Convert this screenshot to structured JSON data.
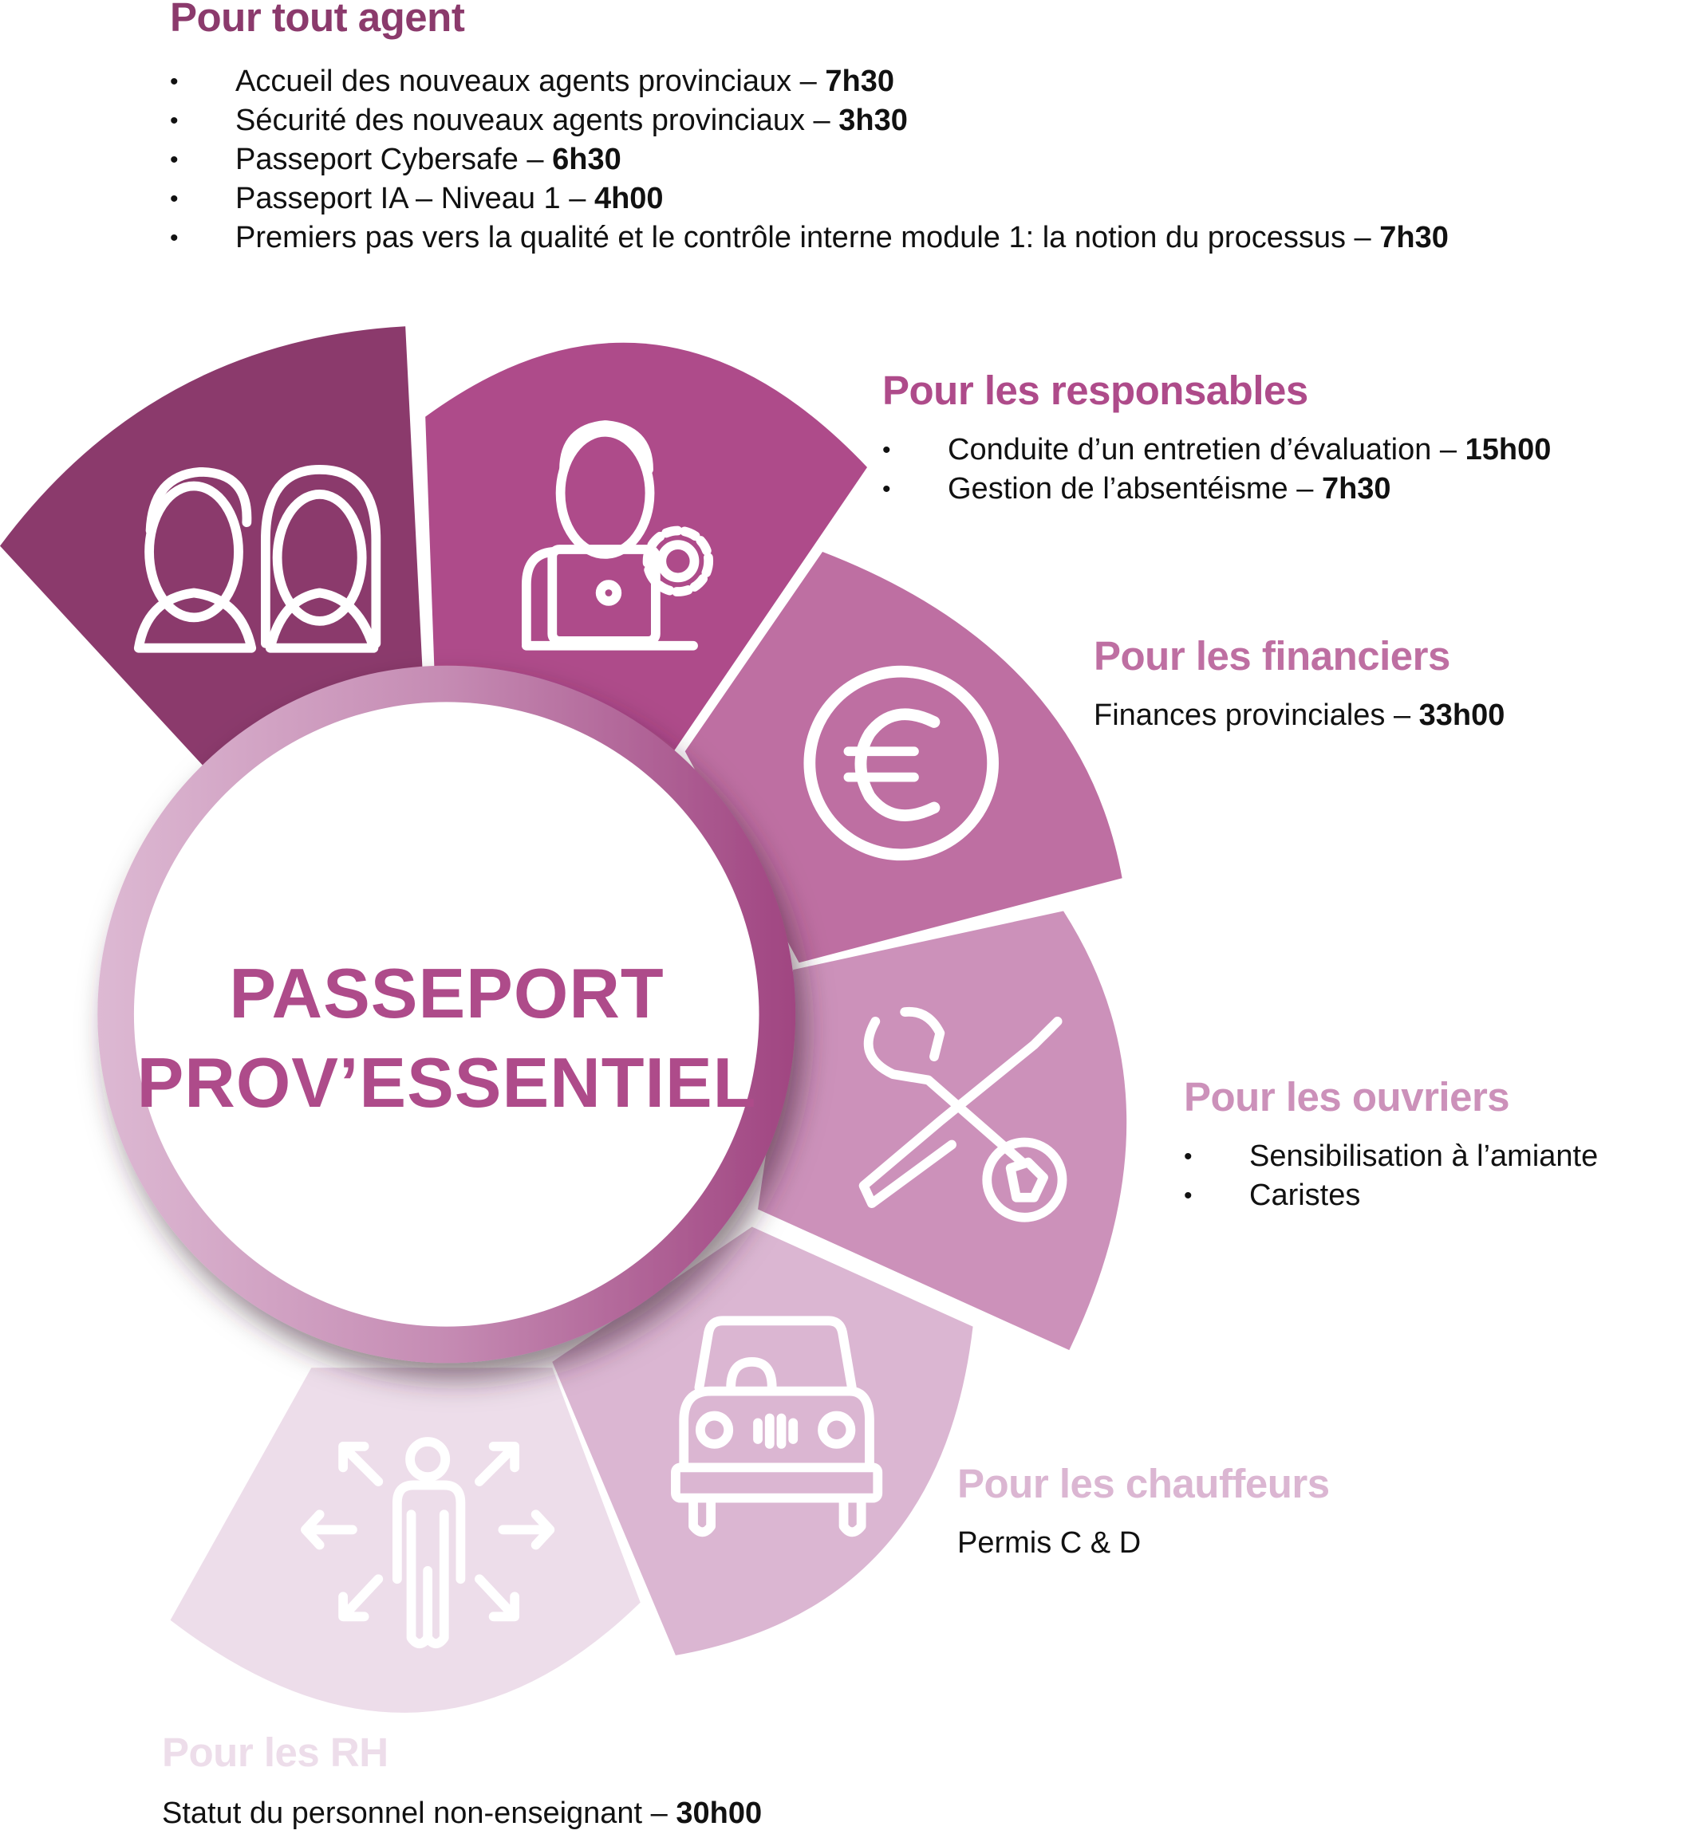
{
  "center": {
    "line1": "PASSEPORT",
    "line2": "PROV’ESSENTIEL",
    "color": "#AE4B8A"
  },
  "segments": [
    {
      "id": "tout-agent",
      "color": "#8B3A6C",
      "icon": "two-people-icon"
    },
    {
      "id": "responsables",
      "color": "#AE4B8A",
      "icon": "person-laptop-gear-icon"
    },
    {
      "id": "financiers",
      "color": "#BE6FA2",
      "icon": "euro-coin-icon"
    },
    {
      "id": "ouvriers",
      "color": "#CC91BA",
      "icon": "wrench-screwdriver-icon"
    },
    {
      "id": "chauffeurs",
      "color": "#DBB6D2",
      "icon": "car-icon"
    },
    {
      "id": "rh",
      "color": "#EDDDEA",
      "icon": "person-arrows-icon"
    }
  ],
  "sections": {
    "tout_agent": {
      "title": "Pour tout agent",
      "color": "#8B3A6C",
      "items": [
        {
          "label": "Accueil des nouveaux agents provinciaux – ",
          "duration": "7h30"
        },
        {
          "label": "Sécurité des nouveaux agents provinciaux – ",
          "duration": "3h30"
        },
        {
          "label": "Passeport Cybersafe – ",
          "duration": "6h30"
        },
        {
          "label": "Passeport IA – Niveau 1 – ",
          "duration": "4h00"
        },
        {
          "label": "Premiers pas vers la qualité et le contrôle interne module 1: la notion du processus – ",
          "duration": "7h30"
        }
      ]
    },
    "responsables": {
      "title": "Pour les responsables",
      "color": "#AE4B8A",
      "items": [
        {
          "label": "Conduite d’un entretien d’évaluation – ",
          "duration": "15h00"
        },
        {
          "label": "Gestion de l’absentéisme – ",
          "duration": "7h30"
        }
      ]
    },
    "financiers": {
      "title": "Pour les financiers",
      "color": "#BE6FA2",
      "text": "Finances provinciales – ",
      "duration": "33h00"
    },
    "ouvriers": {
      "title": "Pour les ouvriers",
      "color": "#CC91BA",
      "items": [
        {
          "label": "Sensibilisation à l’amiante"
        },
        {
          "label": "Caristes"
        }
      ]
    },
    "chauffeurs": {
      "title": "Pour les chauffeurs",
      "color": "#DBB6D2",
      "text": "Permis C & D"
    },
    "rh": {
      "title": "Pour les RH",
      "color": "#EDDDEA",
      "text": "Statut du personnel non-enseignant – ",
      "duration": "30h00"
    }
  }
}
